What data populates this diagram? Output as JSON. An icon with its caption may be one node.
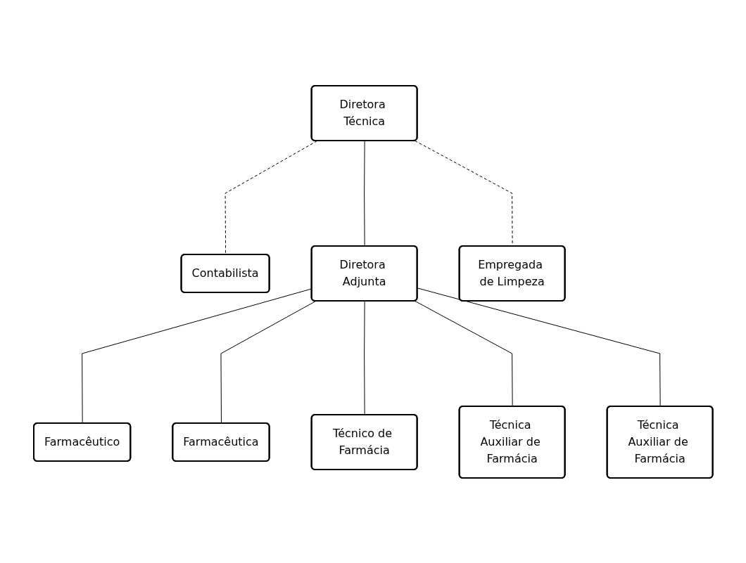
{
  "diagram": {
    "nodes": [
      {
        "text": [
          "Diretora Técnica"
        ]
      },
      {
        "text": [
          "Contabilista"
        ]
      },
      {
        "text": [
          "Diretora Adjunta"
        ]
      },
      {
        "text": [
          "Empregada de Limpeza"
        ]
      },
      {
        "text": [
          "Farmacêutico"
        ]
      },
      {
        "text": [
          "Farmacêutica"
        ]
      },
      {
        "text": [
          "Técnico de Farmácia"
        ]
      },
      {
        "text": [
          "Técnica Auxiliar de Farmácia"
        ]
      },
      {
        "text": [
          "Técnica Auxiliar de Farmácia"
        ]
      }
    ],
    "edges": [
      {
        "from": 0,
        "to": 2,
        "arrow": "none"
      },
      {
        "from": 0,
        "to": 1,
        "arrow": "none",
        "style": "dashed"
      },
      {
        "from": 0,
        "to": 3,
        "arrow": "none",
        "style": "dashed"
      },
      {
        "from": 2,
        "to": 4,
        "arrow": "none"
      },
      {
        "from": 2,
        "to": 5,
        "arrow": "none"
      },
      {
        "from": 2,
        "to": 6,
        "arrow": "none"
      },
      {
        "from": 2,
        "to": 7,
        "arrow": "none"
      },
      {
        "from": 2,
        "to": 8,
        "arrow": "none"
      }
    ]
  }
}
